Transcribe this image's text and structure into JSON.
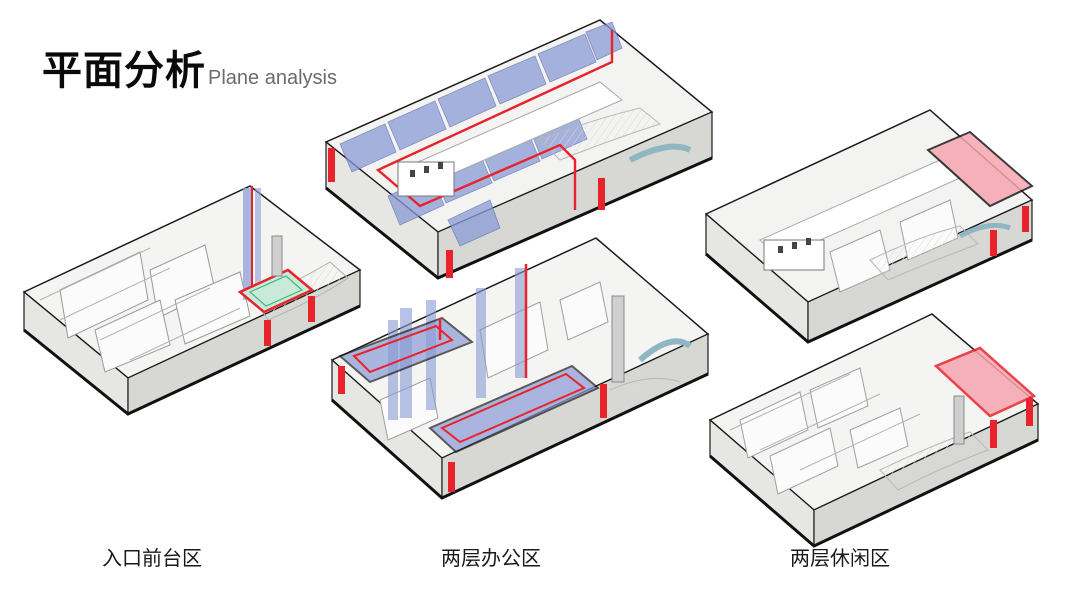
{
  "title": {
    "cn": "平面分析",
    "en": "Plane analysis"
  },
  "captions": {
    "entrance": "入口前台区",
    "office": "两层办公区",
    "leisure": "两层休闲区"
  },
  "colors": {
    "highlight_red": "#e8232b",
    "office_blue": "#7f93cf",
    "leisure_pink": "#f39aa6",
    "stair_green": "#3cb87a",
    "floor": "#f3f3f1",
    "wall": "#1a1a1a"
  }
}
